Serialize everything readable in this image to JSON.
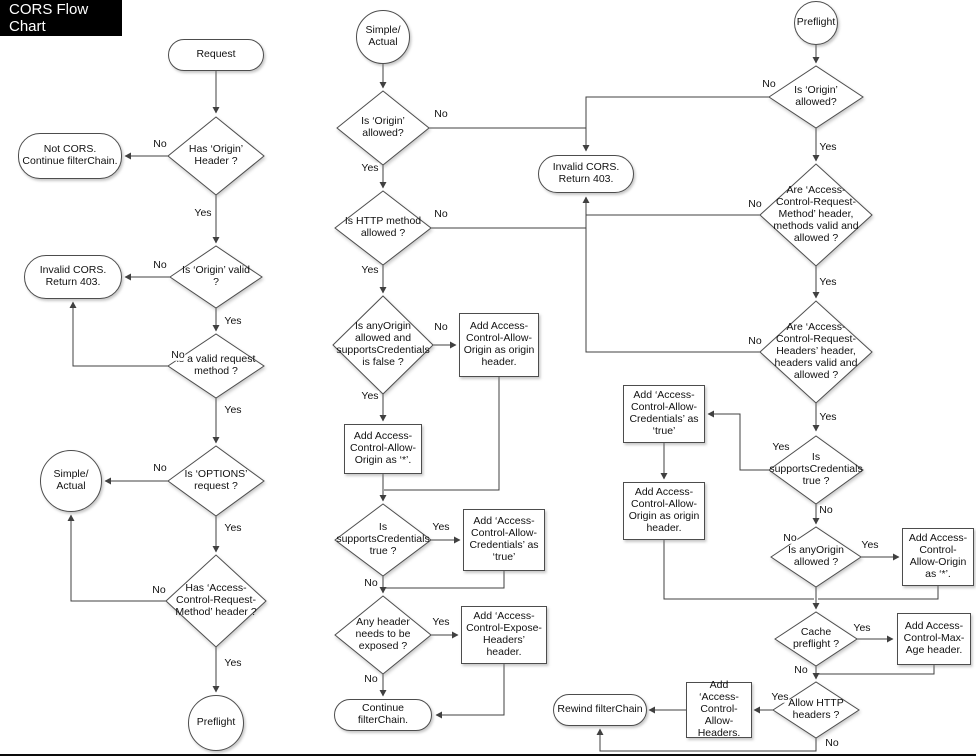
{
  "title": "CORS Flow Chart",
  "labels": {
    "yes": "Yes",
    "no": "No"
  },
  "nodes": {
    "request": "Request",
    "has_origin_header": "Has ‘Origin’ Header ?",
    "not_cors_continue": "Not CORS. Continue filterChain.",
    "is_origin_valid": "Is ‘Origin’ valid ?",
    "invalid_cors_403": "Invalid CORS. Return 403.",
    "is_valid_request_method": "is a valid request method ?",
    "is_options_request": "Is ‘OPTIONS’ request ?",
    "simple_actual": "Simple/ Actual",
    "has_acrm_header": "Has ‘Access-Control-Request-Method’ header ?",
    "preflight": "Preflight",
    "is_origin_allowed": "Is ‘Origin’ allowed?",
    "is_http_method_allowed": "Is HTTP method allowed ?",
    "is_anyorigin_and_cred_false": "Is anyOrigin allowed and supportsCredentials is false ?",
    "add_acao_origin_header": "Add Access-Control-Allow-Origin as origin header.",
    "add_acao_star": "Add Access-Control-Allow-Origin as ‘*’.",
    "is_supports_credentials_true": "Is supportsCredentials true ?",
    "add_acac_true": "Add ‘Access-Control-Allow-Credentials’ as ‘true’",
    "any_header_exposed": "Any header needs to be exposed ?",
    "add_expose_headers": "Add ‘Access-Control-Expose-Headers’ header.",
    "continue_filterchain": "Continue filterChain.",
    "are_acrm_valid_allowed": "Are ‘Access-Control-Request-Method’ header, methods valid and allowed ?",
    "are_acrh_valid_allowed": "Are ‘Access-Control-Request-Headers’ header, headers valid and allowed ?",
    "is_anyorigin_allowed": "Is anyOrigin allowed ?",
    "cache_preflight": "Cache preflight ?",
    "add_max_age_header": "Add Access-Control-Max-Age header.",
    "allow_http_headers": "Allow HTTP headers ?",
    "add_allow_headers": "Add ‘Access-Control-Allow-Headers.",
    "rewind_filterchain": "Rewind filterChain"
  }
}
